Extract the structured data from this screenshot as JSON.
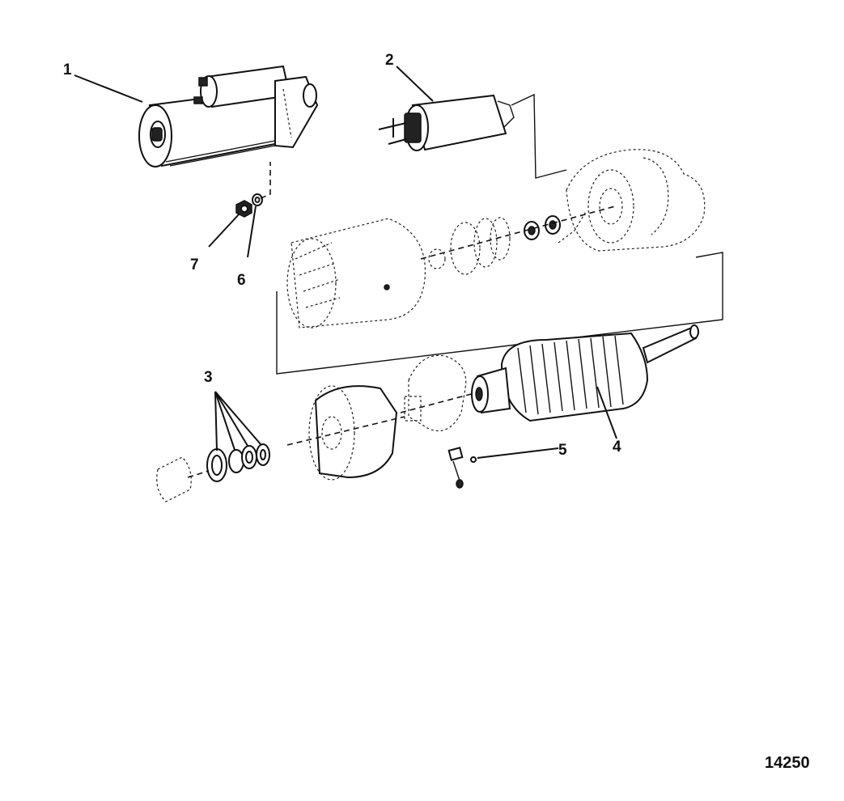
{
  "callouts": [
    {
      "id": "1",
      "label": "1"
    },
    {
      "id": "2",
      "label": "2"
    },
    {
      "id": "3",
      "label": "3"
    },
    {
      "id": "4",
      "label": "4"
    },
    {
      "id": "5",
      "label": "5"
    },
    {
      "id": "6",
      "label": "6"
    },
    {
      "id": "7",
      "label": "7"
    }
  ],
  "figure_number": "14250"
}
